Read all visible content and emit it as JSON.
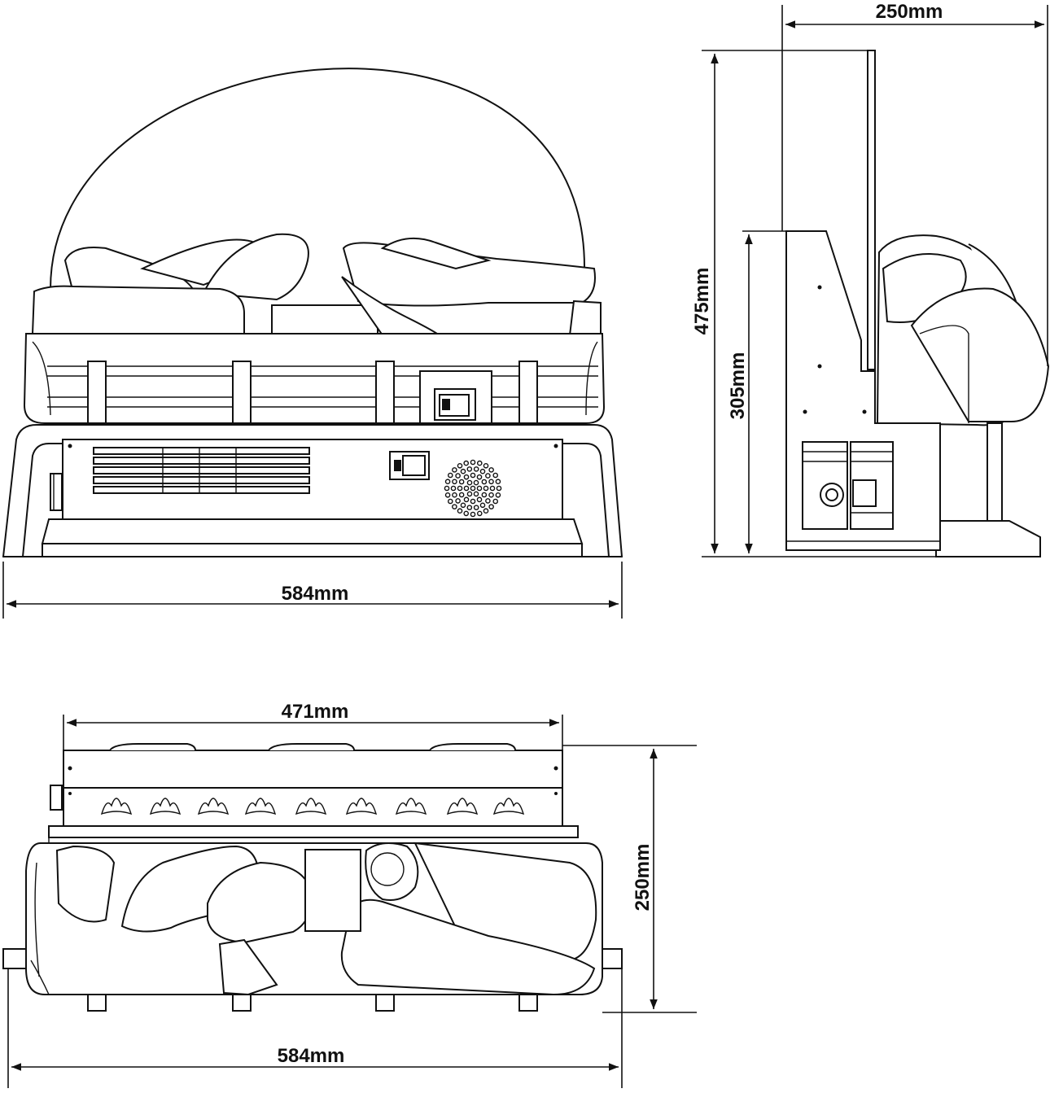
{
  "dimensions": {
    "front_width": "584mm",
    "side_depth": "250mm",
    "side_total_height": "475mm",
    "side_body_height": "305mm",
    "top_inner_width": "471mm",
    "top_depth": "250mm",
    "top_width": "584mm"
  }
}
